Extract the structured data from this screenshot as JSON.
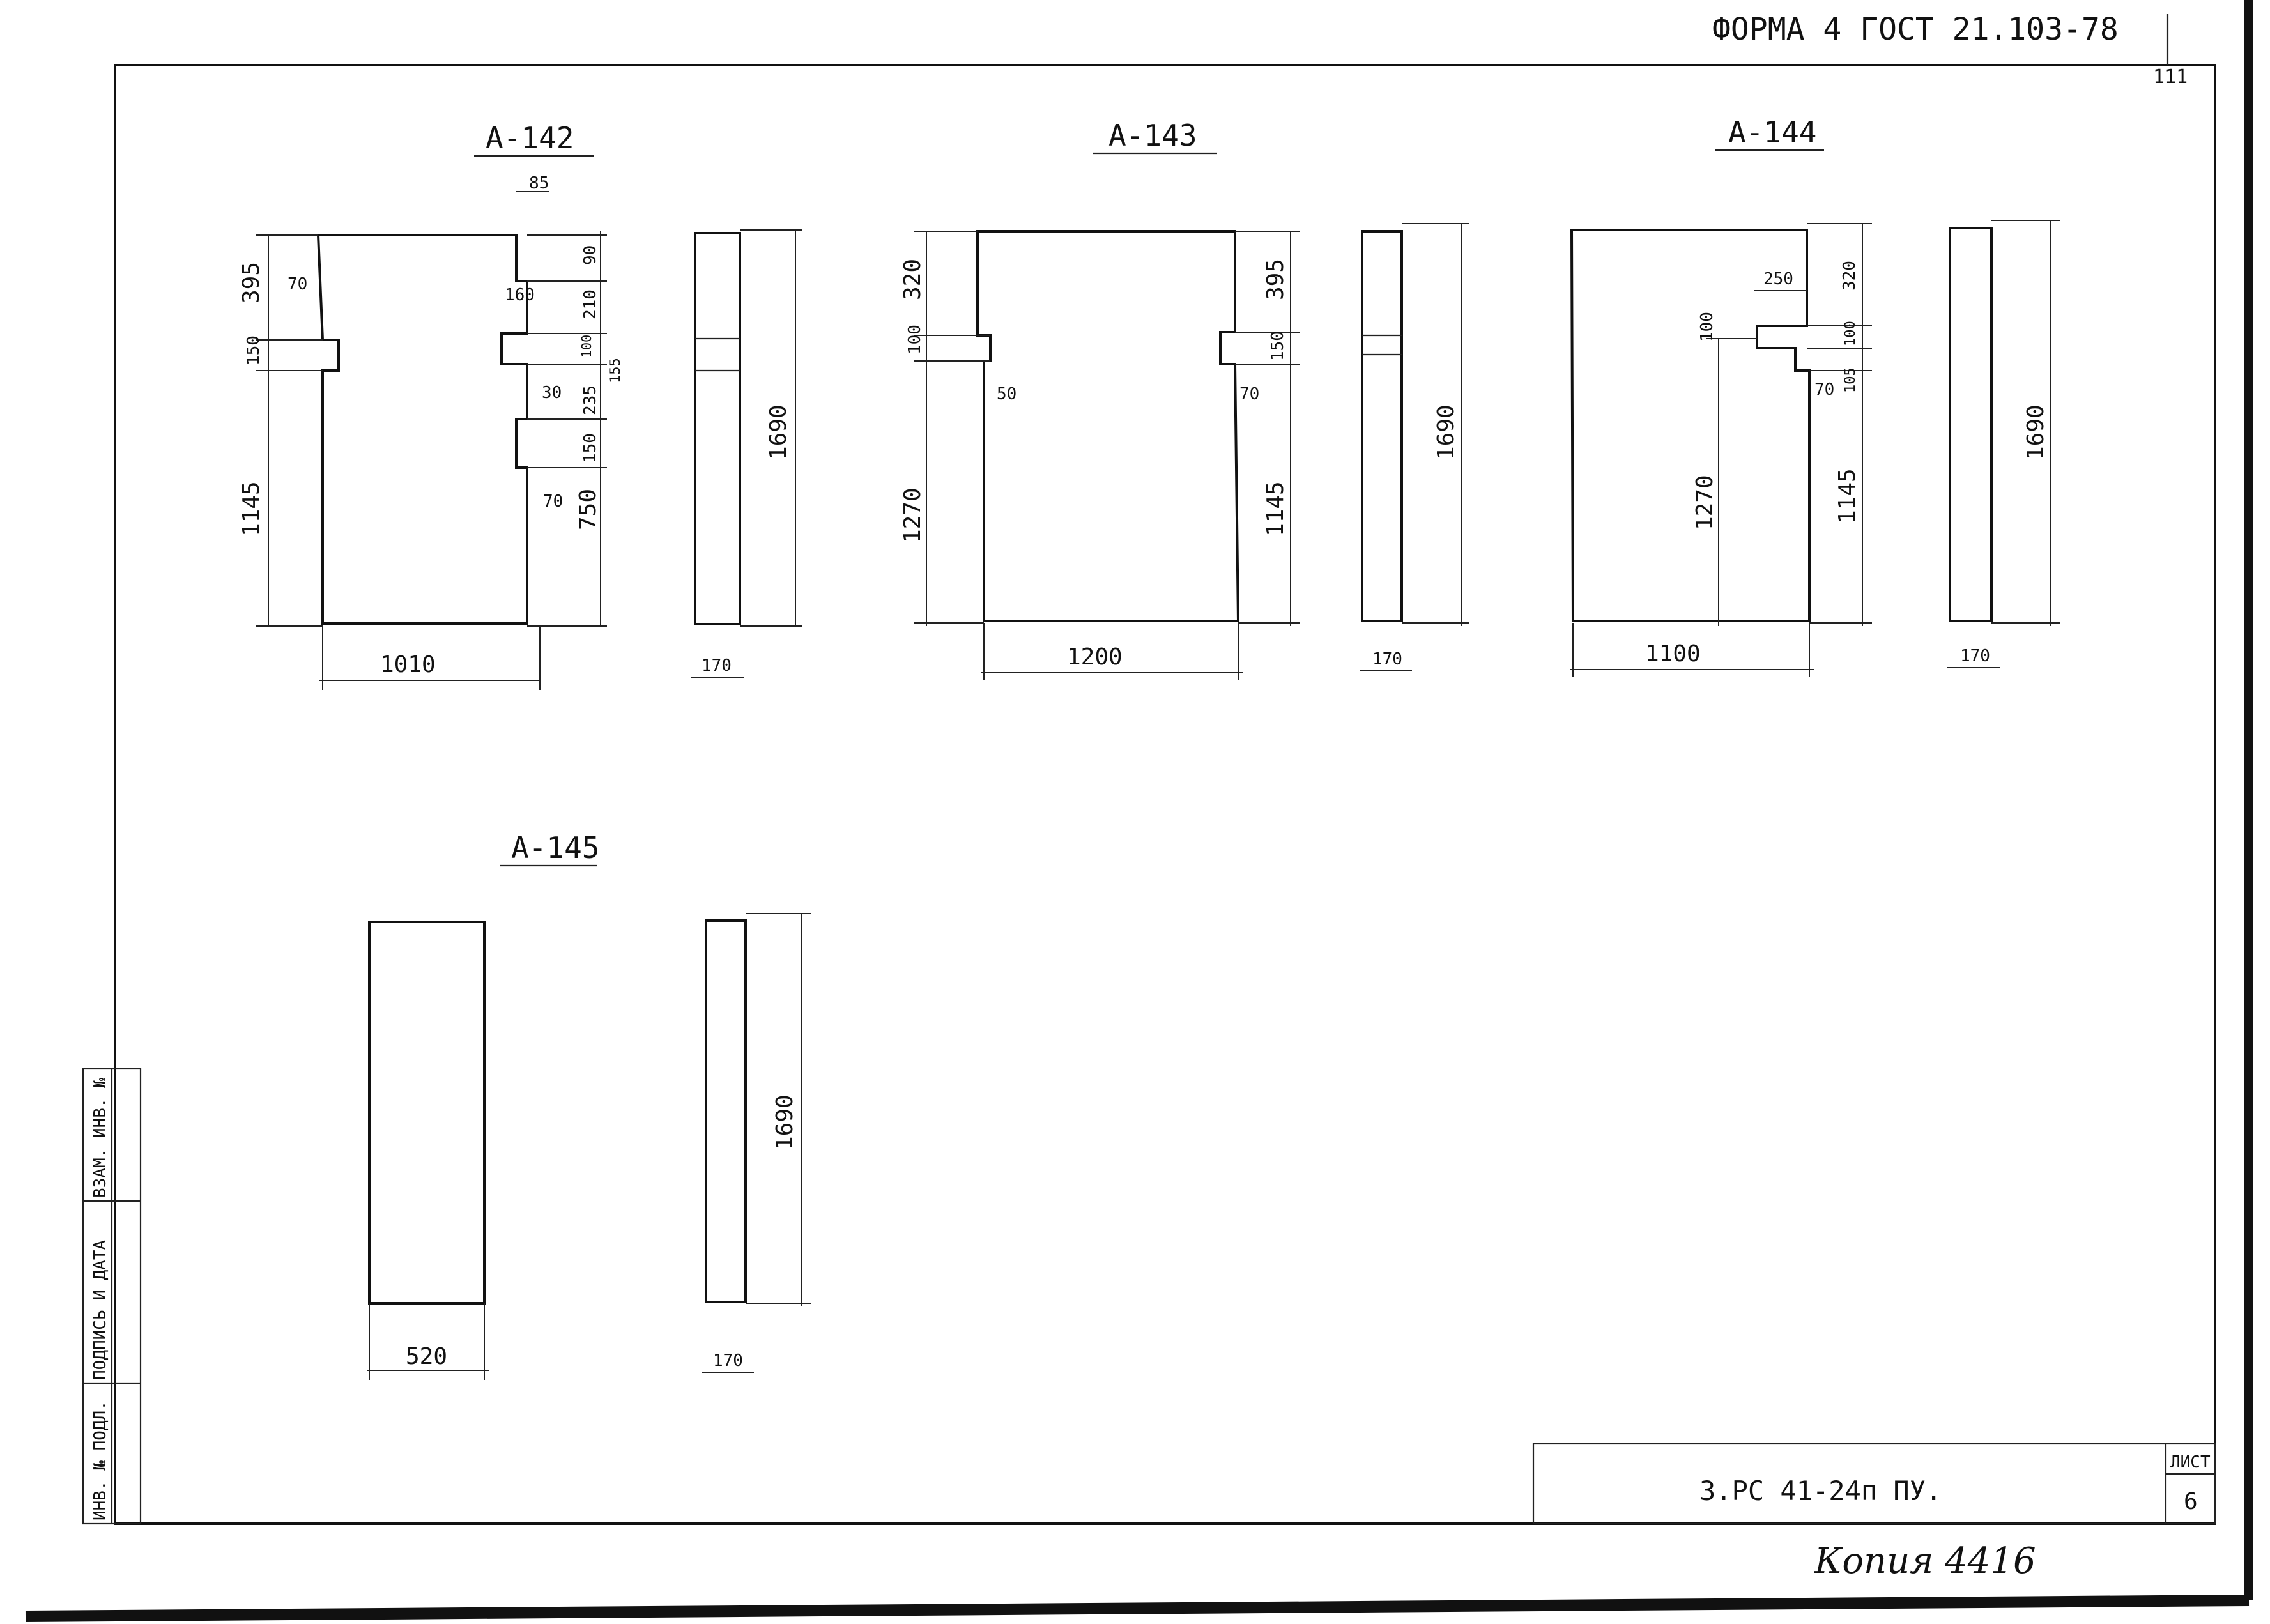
{
  "header": {
    "form_note": "ФОРМА 4 ГОСТ 21.103-78",
    "page_no": "111"
  },
  "panels": {
    "a142": {
      "title": "А-142",
      "dims": {
        "top_notch": "85",
        "h_upper": "395",
        "w_niche": "70",
        "h_niche": "150",
        "h_lower": "1145",
        "r160": "160",
        "r90": "90",
        "r210": "210",
        "r100": "100",
        "r155": "155",
        "r30": "30",
        "r235": "235",
        "r150": "150",
        "r70": "70",
        "r750": "750",
        "width": "1010",
        "side_h": "1690",
        "side_w": "170"
      }
    },
    "a143": {
      "title": "А-143",
      "dims": {
        "l320": "320",
        "l100": "100",
        "l50": "50",
        "l1270": "1270",
        "r395": "395",
        "r150": "150",
        "r70": "70",
        "r1145": "1145",
        "width": "1200",
        "side_h": "1690",
        "side_w": "170"
      }
    },
    "a144": {
      "title": "А-144",
      "dims": {
        "d250": "250",
        "d100a": "100",
        "d1270": "1270",
        "r320": "320",
        "r100": "100",
        "r105": "105",
        "r70": "70",
        "r1145": "1145",
        "width": "1100",
        "side_h": "1690",
        "side_w": "170"
      }
    },
    "a145": {
      "title": "А-145",
      "dims": {
        "width": "520",
        "side_h": "1690",
        "side_w": "170"
      }
    }
  },
  "side_stamp": {
    "col1": "ИНВ. № ПОДЛ.",
    "col2": "ПОДПИСЬ И ДАТА",
    "col3": "ВЗАМ. ИНВ. №"
  },
  "title_block": {
    "doc_code": "3.РС 41-24п ПУ.",
    "sheet_label": "ЛИСТ",
    "sheet_no": "6"
  },
  "footer_note": "Копия 4416"
}
